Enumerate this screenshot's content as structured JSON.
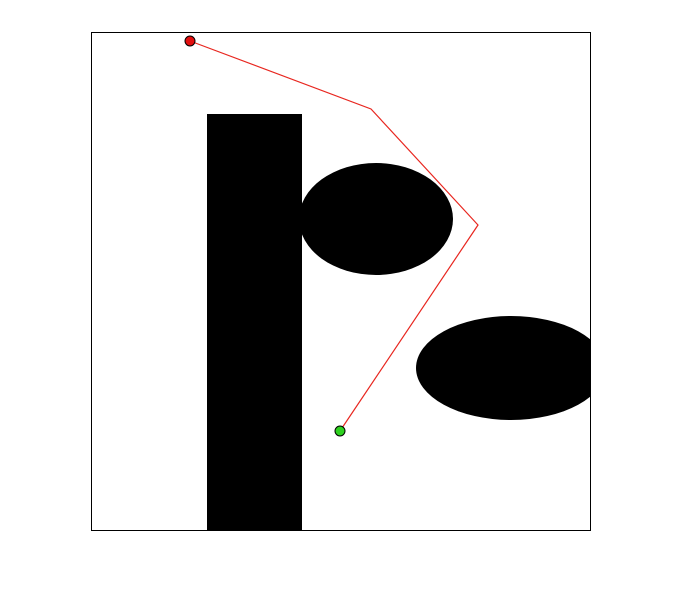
{
  "diagram": {
    "kind": "path-planning-map",
    "colors": {
      "background": "#ffffff",
      "border": "#000000",
      "obstacle": "#000000",
      "path": "#e8261f",
      "start_marker": "#e30f0f",
      "goal_marker": "#2ed11f"
    },
    "obstacles": [
      {
        "shape": "rectangle",
        "name": "vertical-bar-obstacle"
      },
      {
        "shape": "ellipse",
        "name": "upper-ellipse-obstacle"
      },
      {
        "shape": "ellipse",
        "name": "lower-ellipse-obstacle"
      }
    ],
    "markers": [
      {
        "role": "start",
        "icon": "red-dot-icon"
      },
      {
        "role": "goal",
        "icon": "green-dot-icon"
      }
    ]
  }
}
